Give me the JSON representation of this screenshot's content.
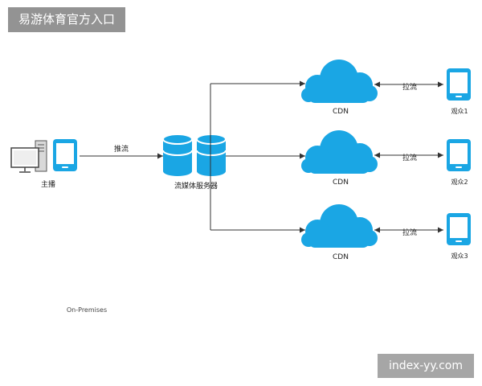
{
  "title_banner": "易游体育官方入口",
  "site_badge": "index-yy.com",
  "diagram": {
    "streamer_label": "主播",
    "push_label": "推流",
    "server_label": "流媒体服务器",
    "cdn_labels": [
      "CDN",
      "CDN",
      "CDN"
    ],
    "pull_labels": [
      "拉流",
      "拉流",
      "拉流"
    ],
    "viewer_labels": [
      "观众1",
      "观众2",
      "观众3"
    ],
    "footer_label": "On-Premises"
  },
  "colors": {
    "accent": "#1aa6e4",
    "line": "#333333",
    "banner": "#939393",
    "badge": "#a6a6a6"
  }
}
